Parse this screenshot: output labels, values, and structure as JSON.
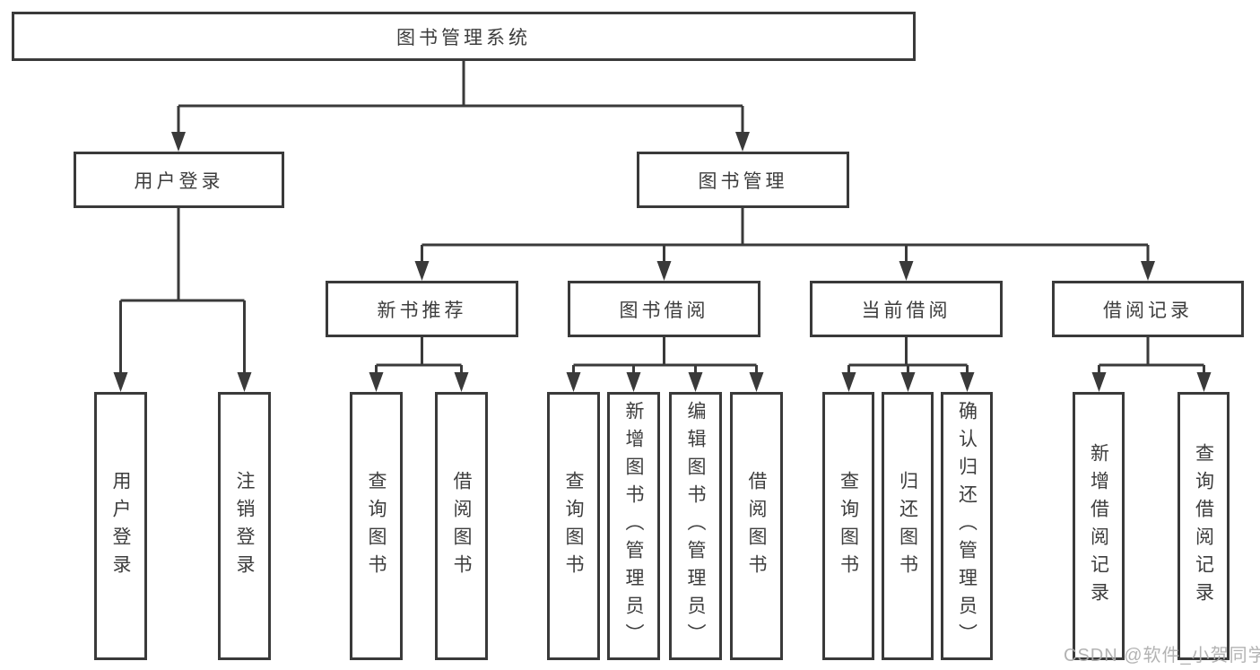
{
  "colors": {
    "line": "#3a3a3a",
    "text": "#3d3d3d",
    "watermark": "#acacac",
    "background": "#ffffff"
  },
  "tree": {
    "root": "图书管理系统",
    "branches": [
      {
        "label": "用户登录",
        "children": [
          "用户登录",
          "注销登录"
        ]
      },
      {
        "label": "图书管理",
        "children": [
          {
            "label": "新书推荐",
            "children": [
              "查询图书",
              "借阅图书"
            ]
          },
          {
            "label": "图书借阅",
            "children": [
              "查询图书",
              "新增图书（管理员）",
              "编辑图书（管理员）",
              "借阅图书"
            ]
          },
          {
            "label": "当前借阅",
            "children": [
              "查询图书",
              "归还图书",
              "确认归还（管理员）"
            ]
          },
          {
            "label": "借阅记录",
            "children": [
              "新增借阅记录",
              "查询借阅记录"
            ]
          }
        ]
      }
    ]
  },
  "watermark": "CSDN @软件_小贺同学"
}
